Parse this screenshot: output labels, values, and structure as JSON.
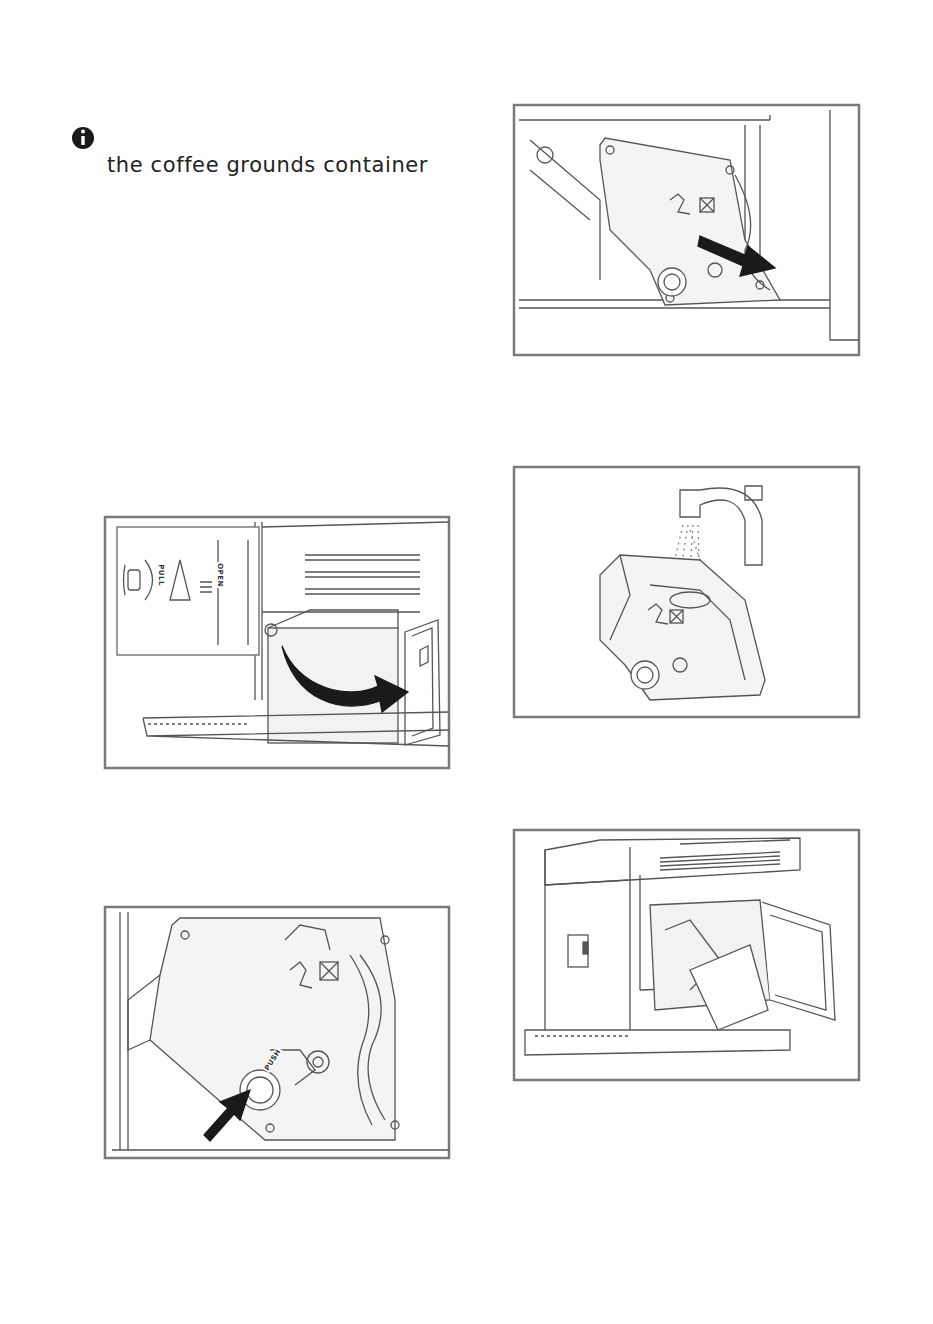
{
  "diagram": {
    "labels": [
      "the coffee grounds container",
      "PULL",
      "OPEN",
      "PUSH"
    ]
  }
}
